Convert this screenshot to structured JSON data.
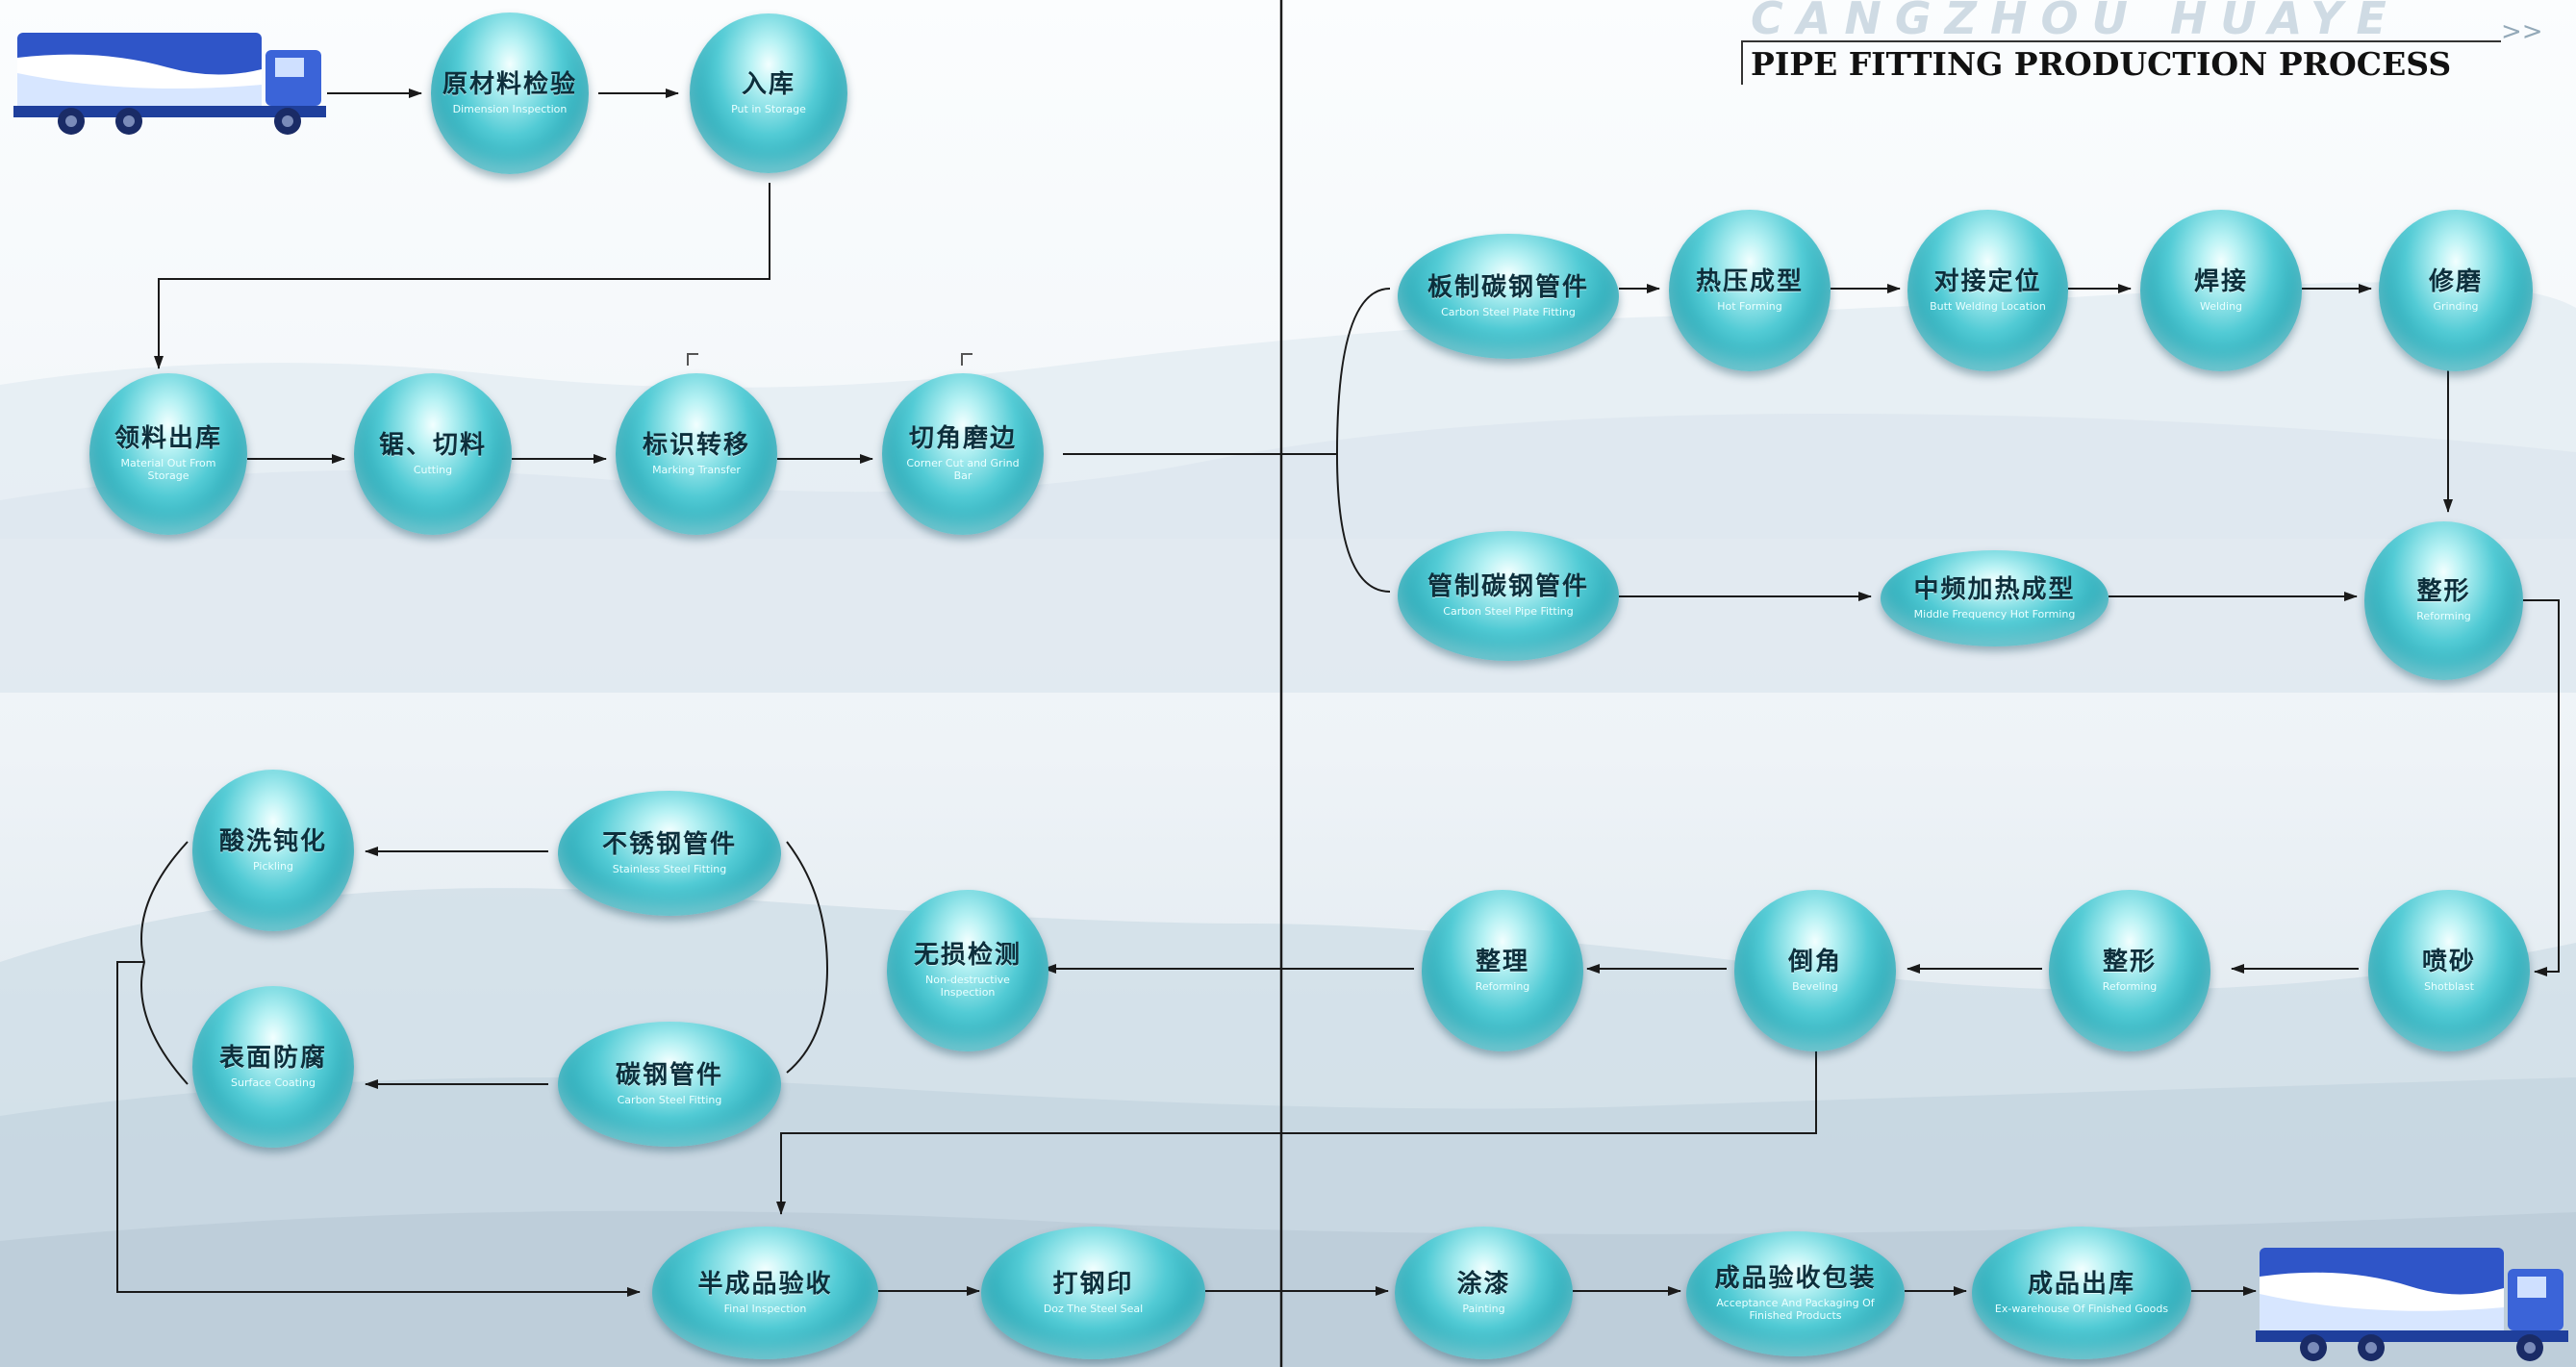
{
  "brand": "CANGZHOU HUAYE",
  "brand_mark": ">>",
  "title": "PIPE FITTING PRODUCTION PROCESS",
  "nodes": [
    {
      "id": "raw-material-inspection",
      "zh": "原材料检验",
      "en": "Dimension Inspection"
    },
    {
      "id": "put-in-storage",
      "zh": "入库",
      "en": "Put in Storage"
    },
    {
      "id": "material-out",
      "zh": "领料出库",
      "en": "Material Out From Storage"
    },
    {
      "id": "cutting",
      "zh": "锯、切料",
      "en": "Cutting"
    },
    {
      "id": "marking-transfer",
      "zh": "标识转移",
      "en": "Marking Transfer"
    },
    {
      "id": "corner-cut-grind",
      "zh": "切角磨边",
      "en": "Corner Cut and Grind Bar"
    },
    {
      "id": "carbon-steel-plate",
      "zh": "板制碳钢管件",
      "en": "Carbon Steel Plate Fitting"
    },
    {
      "id": "hot-forming",
      "zh": "热压成型",
      "en": "Hot Forming"
    },
    {
      "id": "butt-welding-location",
      "zh": "对接定位",
      "en": "Butt Welding Location"
    },
    {
      "id": "welding",
      "zh": "焊接",
      "en": "Welding"
    },
    {
      "id": "grinding",
      "zh": "修磨",
      "en": "Grinding"
    },
    {
      "id": "carbon-steel-pipe",
      "zh": "管制碳钢管件",
      "en": "Carbon Steel Pipe Fitting"
    },
    {
      "id": "mf-hot-forming",
      "zh": "中频加热成型",
      "en": "Middle Frequency Hot Forming"
    },
    {
      "id": "reforming-a",
      "zh": "整形",
      "en": "Reforming"
    },
    {
      "id": "shotblast",
      "zh": "喷砂",
      "en": "Shotblast"
    },
    {
      "id": "reforming-b",
      "zh": "整形",
      "en": "Reforming"
    },
    {
      "id": "beveling",
      "zh": "倒角",
      "en": "Beveling"
    },
    {
      "id": "reforming-c",
      "zh": "整理",
      "en": "Reforming"
    },
    {
      "id": "ndt",
      "zh": "无损检测",
      "en": "Non-destructive Inspection"
    },
    {
      "id": "stainless-fitting",
      "zh": "不锈钢管件",
      "en": "Stainless Steel Fitting"
    },
    {
      "id": "carbon-fitting",
      "zh": "碳钢管件",
      "en": "Carbon Steel Fitting"
    },
    {
      "id": "pickling",
      "zh": "酸洗钝化",
      "en": "Pickling"
    },
    {
      "id": "surface-coating",
      "zh": "表面防腐",
      "en": "Surface Coating"
    },
    {
      "id": "final-inspection",
      "zh": "半成品验收",
      "en": "Final Inspection"
    },
    {
      "id": "steel-seal",
      "zh": "打钢印",
      "en": "Doz The Steel Seal"
    },
    {
      "id": "painting",
      "zh": "涂漆",
      "en": "Painting"
    },
    {
      "id": "acceptance-packaging",
      "zh": "成品验收包装",
      "en": "Acceptance And Packaging Of Finished Products"
    },
    {
      "id": "ex-warehouse",
      "zh": "成品出库",
      "en": "Ex-warehouse Of Finished Goods"
    }
  ],
  "colors": {
    "bubble": "#3bbdcb",
    "truck": "#2f55c8",
    "line": "#1a1a1a"
  }
}
